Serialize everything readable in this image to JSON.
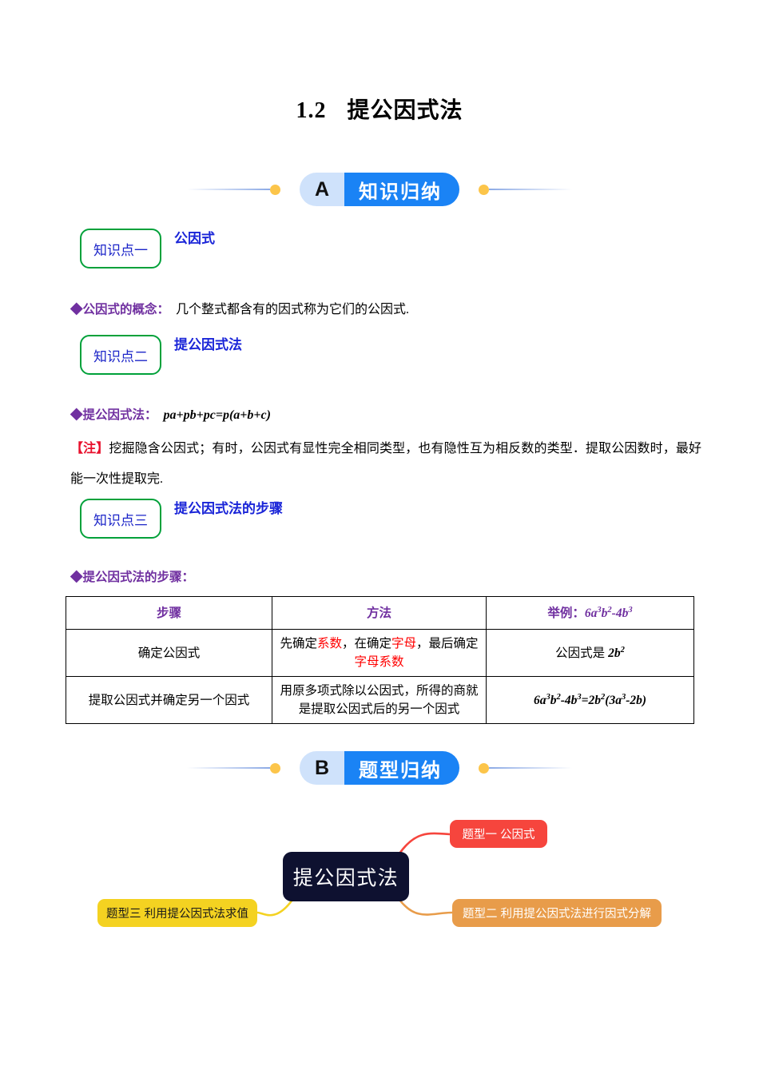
{
  "doc": {
    "title_number": "1.2",
    "title_text": "提公因式法"
  },
  "sections": [
    {
      "letter": "A",
      "label": "知识归纳"
    },
    {
      "letter": "B",
      "label": "题型归纳"
    }
  ],
  "knowledge_points": [
    {
      "tag": "知识点一",
      "title": "公因式"
    },
    {
      "tag": "知识点二",
      "title": "提公因式法"
    },
    {
      "tag": "知识点三",
      "title": "提公因式法的步骤"
    }
  ],
  "concept": {
    "lead": "◆公因式的概念：",
    "text": "几个整式都含有的因式称为它们的公因式."
  },
  "method": {
    "lead": "◆提公因式法：",
    "formula": "pa+pb+pc=p(a+b+c)"
  },
  "note": {
    "tag": "【注】",
    "text": "挖掘隐含公因式；有时，公因式有显性完全相同类型，也有隐性互为相反数的类型．提取公因数时，最好能一次性提取完."
  },
  "steps_lead": "◆提公因式法的步骤：",
  "table": {
    "headers": {
      "col1": "步骤",
      "col2": "方法",
      "col3_label": "举例：",
      "col3_expr": "6a3b2-4b3"
    },
    "rows": [
      {
        "step": "确定公因式",
        "method_parts": [
          {
            "t": "先确定",
            "red": false
          },
          {
            "t": "系数",
            "red": true
          },
          {
            "t": "，在确定",
            "red": false
          },
          {
            "t": "字母",
            "red": true
          },
          {
            "t": "，最后确定",
            "red": false
          },
          {
            "t": "字母系数",
            "red": true
          }
        ],
        "example_prefix": "公因式是 ",
        "example_expr": "2b2"
      },
      {
        "step": "提取公因式并确定另一个因式",
        "method_parts": [
          {
            "t": "用原多项式除以公因式，所得的商就是提取公因式后的另一个因式",
            "red": false
          }
        ],
        "example_prefix": "",
        "example_expr": "6a3b2-4b3=2b2(3a3-2b)"
      }
    ]
  },
  "mindmap": {
    "center": "提公因式法",
    "branches": [
      {
        "id": "red",
        "label": "题型一 公因式",
        "color": "#f6453d"
      },
      {
        "id": "orange",
        "label": "题型二 利用提公因式法进行因式分解",
        "color": "#e89c4a"
      },
      {
        "id": "yellow",
        "label": "题型三 利用提公因式法求值",
        "color": "#f4d221"
      }
    ]
  },
  "colors": {
    "accent_blue": "#1a83f5",
    "badge_light_blue": "#cfe2fb",
    "dot_orange": "#fcc54a",
    "green_border": "#00a13a",
    "heading_blue": "#1a25d8",
    "purple": "#7030a0",
    "red": "#ff0000"
  }
}
